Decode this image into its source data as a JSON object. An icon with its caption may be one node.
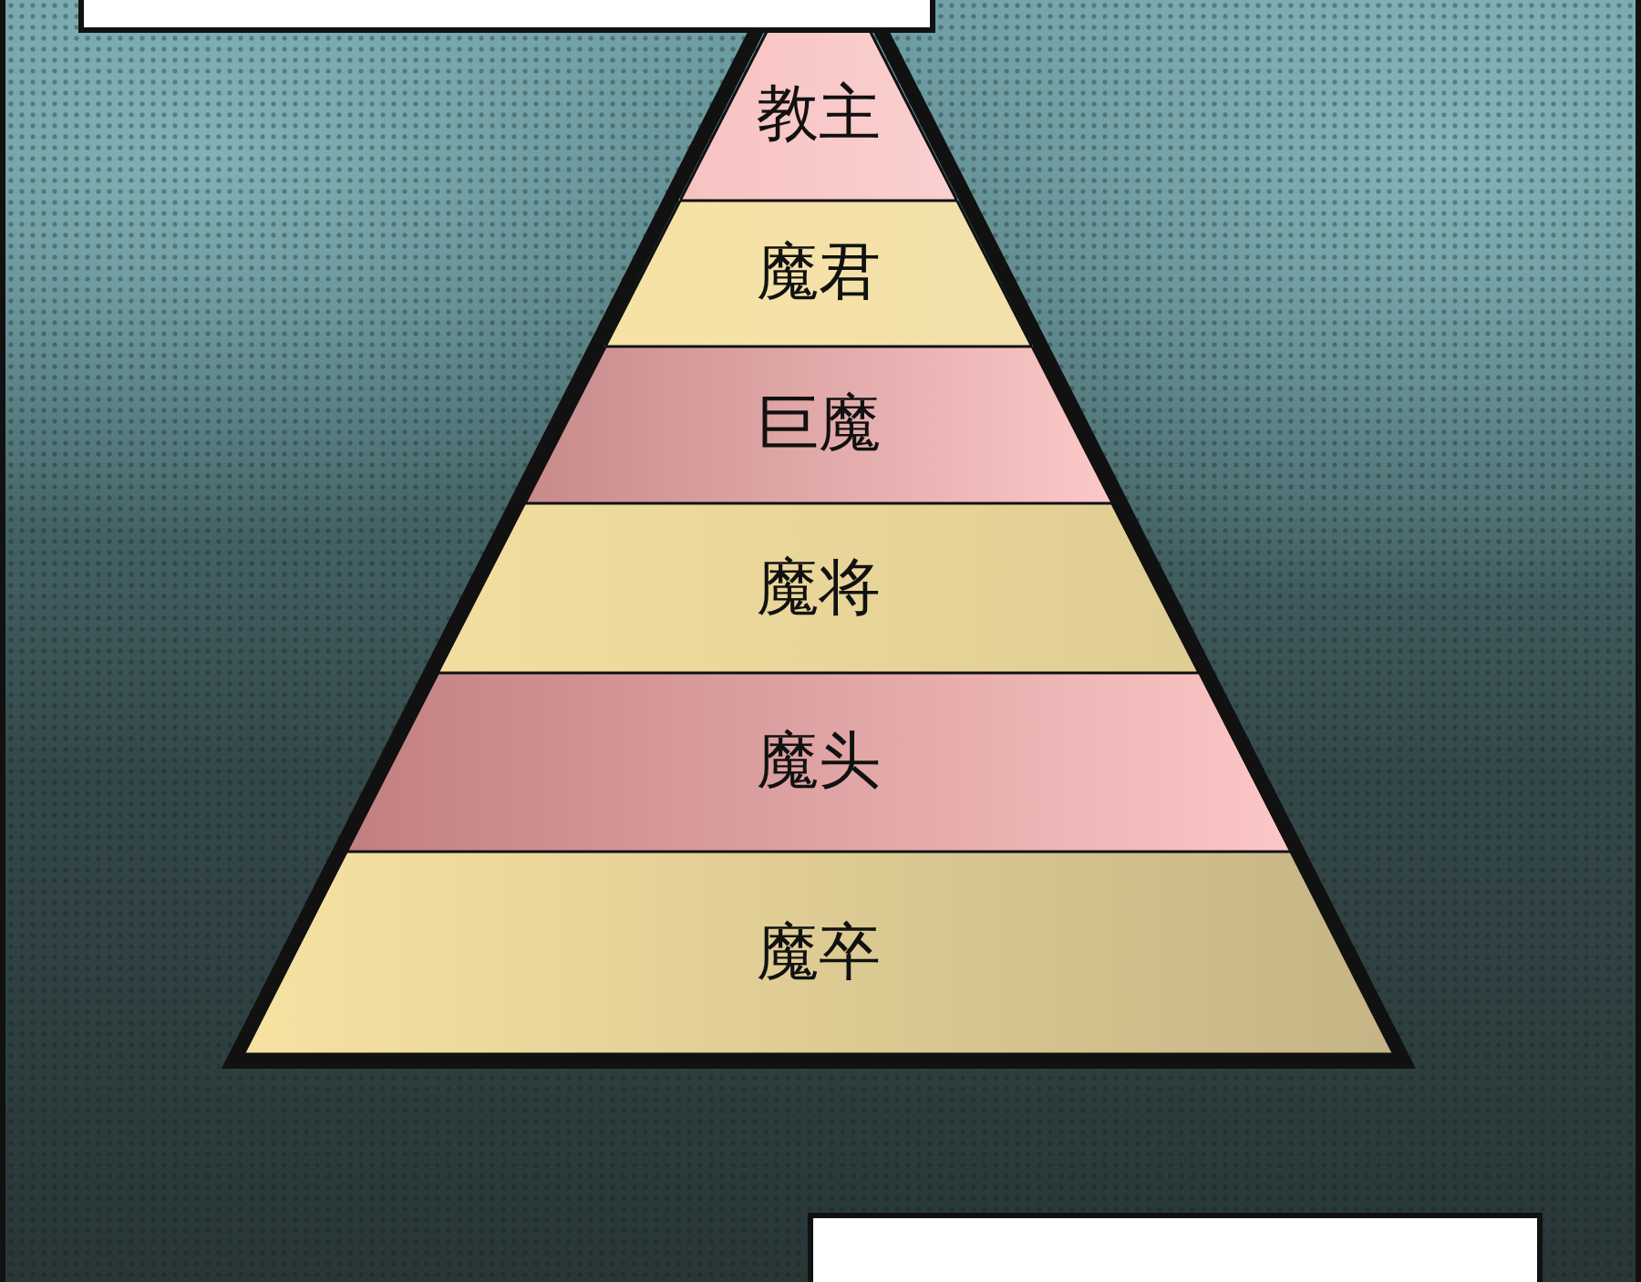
{
  "diagram": {
    "nodes": [
      {
        "text": [],
        "shape": "box"
      },
      {
        "text": [
          "教主"
        ]
      },
      {
        "text": [
          "魔君"
        ]
      },
      {
        "text": [
          "巨魔"
        ]
      },
      {
        "text": [
          "魔将"
        ]
      },
      {
        "text": [
          "魔头"
        ]
      },
      {
        "text": [
          "魔卒"
        ]
      },
      {
        "text": [],
        "shape": "box"
      }
    ]
  }
}
